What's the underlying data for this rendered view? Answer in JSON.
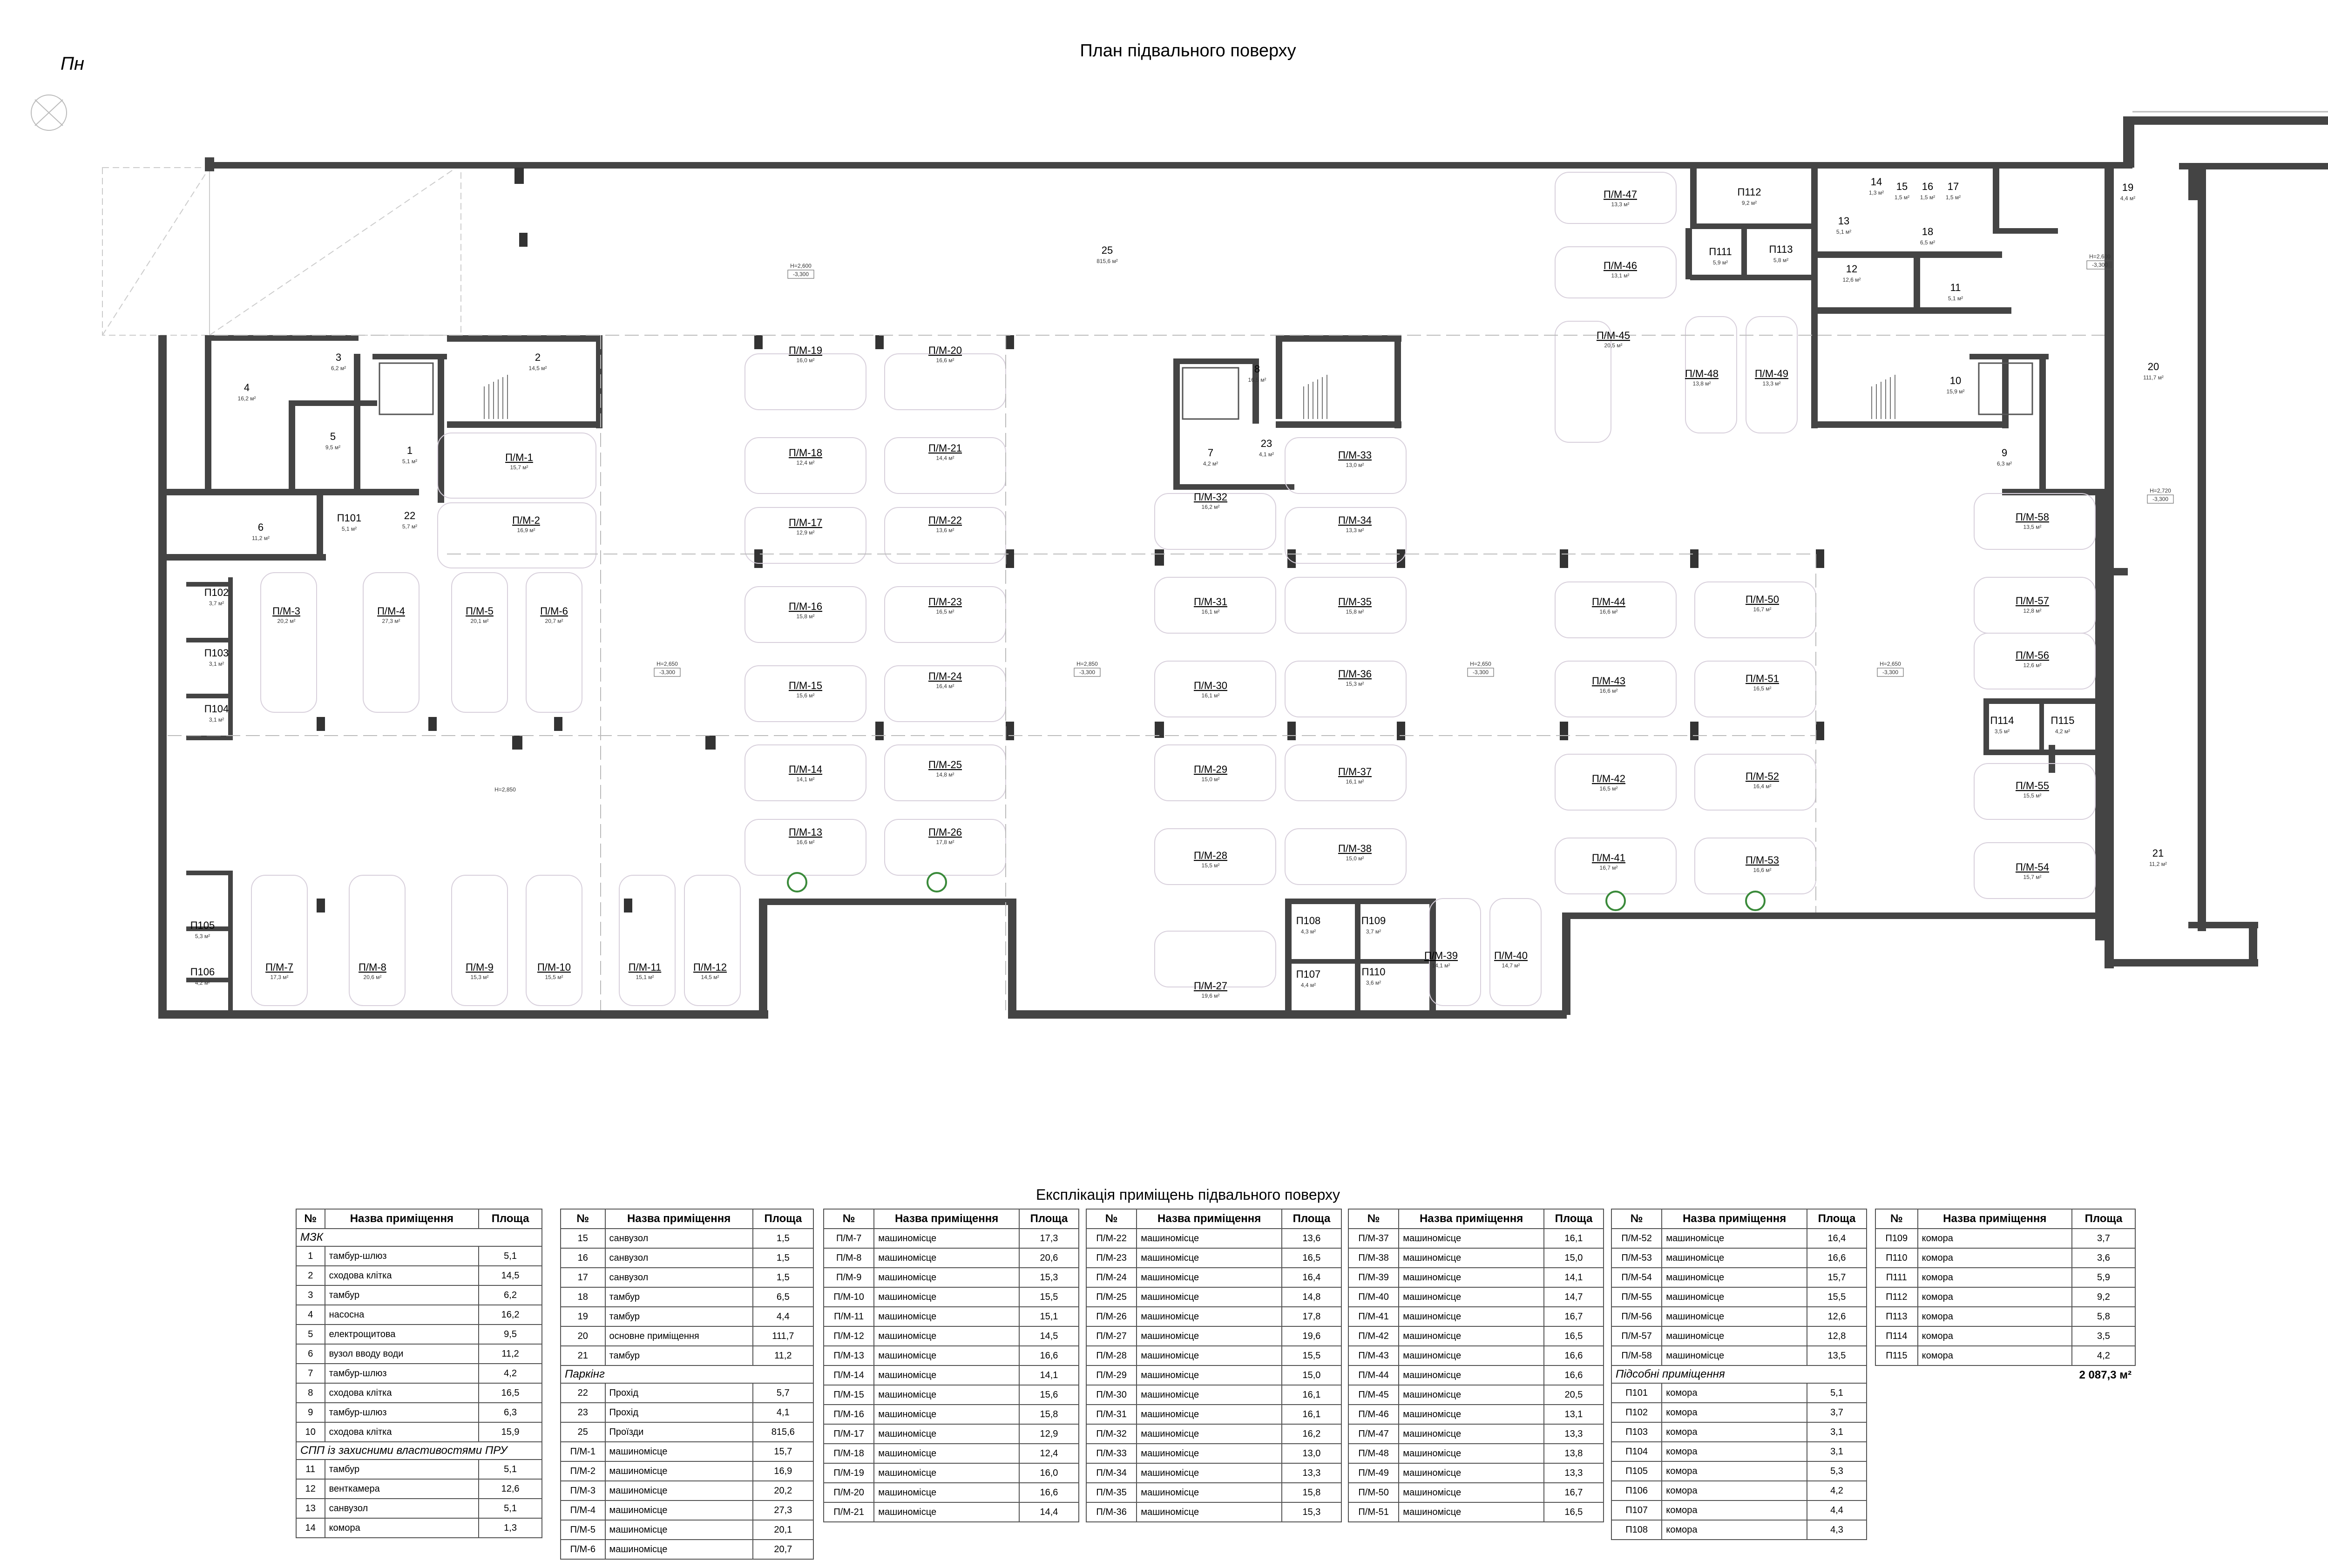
{
  "plan_title": "План підвального поверху",
  "north_label": "Пн",
  "explication_title": "Експлікація приміщень підвального поверху",
  "table_headers": {
    "num": "№",
    "name": "Назва приміщення",
    "area": "Площа"
  },
  "total_area": "2 087,3 м²",
  "sections": [
    {
      "title": "МЗК",
      "rows": [
        [
          "1",
          "тамбур-шлюз",
          "5,1"
        ],
        [
          "2",
          "сходова клітка",
          "14,5"
        ],
        [
          "3",
          "тамбур",
          "6,2"
        ],
        [
          "4",
          "насосна",
          "16,2"
        ],
        [
          "5",
          "електрощитова",
          "9,5"
        ],
        [
          "6",
          "вузол вводу води",
          "11,2"
        ],
        [
          "7",
          "тамбур-шлюз",
          "4,2"
        ],
        [
          "8",
          "сходова клітка",
          "16,5"
        ],
        [
          "9",
          "тамбур-шлюз",
          "6,3"
        ],
        [
          "10",
          "сходова клітка",
          "15,9"
        ]
      ]
    },
    {
      "title": "СПП із захисними властивостями ПРУ",
      "rows": [
        [
          "11",
          "тамбур",
          "5,1"
        ],
        [
          "12",
          "венткамера",
          "12,6"
        ],
        [
          "13",
          "санвузол",
          "5,1"
        ],
        [
          "14",
          "комора",
          "1,3"
        ],
        [
          "15",
          "санвузол",
          "1,5"
        ],
        [
          "16",
          "санвузол",
          "1,5"
        ],
        [
          "17",
          "санвузол",
          "1,5"
        ],
        [
          "18",
          "тамбур",
          "6,5"
        ],
        [
          "19",
          "тамбур",
          "4,4"
        ],
        [
          "20",
          "основне приміщення",
          "111,7"
        ],
        [
          "21",
          "тамбур",
          "11,2"
        ]
      ]
    },
    {
      "title": "Паркінг",
      "rows": [
        [
          "22",
          "Прохід",
          "5,7"
        ],
        [
          "23",
          "Прохід",
          "4,1"
        ],
        [
          "25",
          "Проїзди",
          "815,6"
        ],
        [
          "П/М-1",
          "машиномісце",
          "15,7"
        ],
        [
          "П/М-2",
          "машиномісце",
          "16,9"
        ],
        [
          "П/М-3",
          "машиномісце",
          "20,2"
        ],
        [
          "П/М-4",
          "машиномісце",
          "27,3"
        ],
        [
          "П/М-5",
          "машиномісце",
          "20,1"
        ],
        [
          "П/М-6",
          "машиномісце",
          "20,7"
        ],
        [
          "П/М-7",
          "машиномісце",
          "17,3"
        ],
        [
          "П/М-8",
          "машиномісце",
          "20,6"
        ],
        [
          "П/М-9",
          "машиномісце",
          "15,3"
        ],
        [
          "П/М-10",
          "машиномісце",
          "15,5"
        ],
        [
          "П/М-11",
          "машиномісце",
          "15,1"
        ],
        [
          "П/М-12",
          "машиномісце",
          "14,5"
        ],
        [
          "П/М-13",
          "машиномісце",
          "16,6"
        ],
        [
          "П/М-14",
          "машиномісце",
          "14,1"
        ],
        [
          "П/М-15",
          "машиномісце",
          "15,6"
        ],
        [
          "П/М-16",
          "машиномісце",
          "15,8"
        ],
        [
          "П/М-17",
          "машиномісце",
          "12,9"
        ],
        [
          "П/М-18",
          "машиномісце",
          "12,4"
        ],
        [
          "П/М-19",
          "машиномісце",
          "16,0"
        ],
        [
          "П/М-20",
          "машиномісце",
          "16,6"
        ],
        [
          "П/М-21",
          "машиномісце",
          "14,4"
        ],
        [
          "П/М-22",
          "машиномісце",
          "13,6"
        ],
        [
          "П/М-23",
          "машиномісце",
          "16,5"
        ],
        [
          "П/М-24",
          "машиномісце",
          "16,4"
        ],
        [
          "П/М-25",
          "машиномісце",
          "14,8"
        ],
        [
          "П/М-26",
          "машиномісце",
          "17,8"
        ],
        [
          "П/М-27",
          "машиномісце",
          "19,6"
        ],
        [
          "П/М-28",
          "машиномісце",
          "15,5"
        ],
        [
          "П/М-29",
          "машиномісце",
          "15,0"
        ],
        [
          "П/М-30",
          "машиномісце",
          "16,1"
        ],
        [
          "П/М-31",
          "машиномісце",
          "16,1"
        ],
        [
          "П/М-32",
          "машиномісце",
          "16,2"
        ],
        [
          "П/М-33",
          "машиномісце",
          "13,0"
        ],
        [
          "П/М-34",
          "машиномісце",
          "13,3"
        ],
        [
          "П/М-35",
          "машиномісце",
          "15,8"
        ],
        [
          "П/М-36",
          "машиномісце",
          "15,3"
        ],
        [
          "П/М-37",
          "машиномісце",
          "16,1"
        ],
        [
          "П/М-38",
          "машиномісце",
          "15,0"
        ],
        [
          "П/М-39",
          "машиномісце",
          "14,1"
        ],
        [
          "П/М-40",
          "машиномісце",
          "14,7"
        ],
        [
          "П/М-41",
          "машиномісце",
          "16,7"
        ],
        [
          "П/М-42",
          "машиномісце",
          "16,5"
        ],
        [
          "П/М-43",
          "машиномісце",
          "16,6"
        ],
        [
          "П/М-44",
          "машиномісце",
          "16,6"
        ],
        [
          "П/М-45",
          "машиномісце",
          "20,5"
        ],
        [
          "П/М-46",
          "машиномісце",
          "13,1"
        ],
        [
          "П/М-47",
          "машиномісце",
          "13,3"
        ],
        [
          "П/М-48",
          "машиномісце",
          "13,8"
        ],
        [
          "П/М-49",
          "машиномісце",
          "13,3"
        ],
        [
          "П/М-50",
          "машиномісце",
          "16,7"
        ],
        [
          "П/М-51",
          "машиномісце",
          "16,5"
        ],
        [
          "П/М-52",
          "машиномісце",
          "16,4"
        ],
        [
          "П/М-53",
          "машиномісце",
          "16,6"
        ],
        [
          "П/М-54",
          "машиномісце",
          "15,7"
        ],
        [
          "П/М-55",
          "машиномісце",
          "15,5"
        ],
        [
          "П/М-56",
          "машиномісце",
          "12,6"
        ],
        [
          "П/М-57",
          "машиномісце",
          "12,8"
        ],
        [
          "П/М-58",
          "машиномісце",
          "13,5"
        ]
      ]
    },
    {
      "title": "Підсобні приміщення",
      "rows": [
        [
          "П101",
          "комора",
          "5,1"
        ],
        [
          "П102",
          "комора",
          "3,7"
        ],
        [
          "П103",
          "комора",
          "3,1"
        ],
        [
          "П104",
          "комора",
          "3,1"
        ],
        [
          "П105",
          "комора",
          "5,3"
        ],
        [
          "П106",
          "комора",
          "4,2"
        ],
        [
          "П107",
          "комора",
          "4,4"
        ],
        [
          "П108",
          "комора",
          "4,3"
        ],
        [
          "П109",
          "комора",
          "3,7"
        ],
        [
          "П110",
          "комора",
          "3,6"
        ],
        [
          "П111",
          "комора",
          "5,9"
        ],
        [
          "П112",
          "комора",
          "9,2"
        ],
        [
          "П113",
          "комора",
          "5,8"
        ],
        [
          "П114",
          "комора",
          "3,5"
        ],
        [
          "П115",
          "комора",
          "4,2"
        ]
      ]
    }
  ],
  "plan_labels": {
    "rooms": [
      {
        "t": "1",
        "a": "5,1 м²"
      },
      {
        "t": "2",
        "a": "14,5 м²"
      },
      {
        "t": "3",
        "a": "6,2 м²"
      },
      {
        "t": "4",
        "a": "16,2 м²"
      },
      {
        "t": "5",
        "a": "9,5 м²"
      },
      {
        "t": "6",
        "a": "11,2 м²"
      },
      {
        "t": "7",
        "a": "4,2 м²"
      },
      {
        "t": "8",
        "a": "16,5 м²"
      },
      {
        "t": "9",
        "a": "6,3 м²"
      },
      {
        "t": "10",
        "a": "15,9 м²"
      },
      {
        "t": "11",
        "a": "5,1 м²"
      },
      {
        "t": "12",
        "a": "12,6 м²"
      },
      {
        "t": "13",
        "a": "5,1 м²"
      },
      {
        "t": "14",
        "a": "1,3 м²"
      },
      {
        "t": "15",
        "a": "1,5 м²"
      },
      {
        "t": "16",
        "a": "1,5 м²"
      },
      {
        "t": "17",
        "a": "1,5 м²"
      },
      {
        "t": "18",
        "a": "6,5 м²"
      },
      {
        "t": "19",
        "a": "4,4 м²"
      },
      {
        "t": "20",
        "a": "111,7 м²"
      },
      {
        "t": "21",
        "a": "11,2 м²"
      },
      {
        "t": "22",
        "a": "5,7 м²"
      },
      {
        "t": "23",
        "a": "4,1 м²"
      },
      {
        "t": "25",
        "a": "815,6 м²"
      },
      {
        "t": "П101",
        "a": "5,1 м²"
      },
      {
        "t": "П102",
        "a": "3,7 м²"
      },
      {
        "t": "П103",
        "a": "3,1 м²"
      },
      {
        "t": "П104",
        "a": "3,1 м²"
      },
      {
        "t": "П105",
        "a": "5,3 м²"
      },
      {
        "t": "П106",
        "a": "4,2 м²"
      },
      {
        "t": "П107",
        "a": "4,4 м²"
      },
      {
        "t": "П108",
        "a": "4,3 м²"
      },
      {
        "t": "П109",
        "a": "3,7 м²"
      },
      {
        "t": "П110",
        "a": "3,6 м²"
      },
      {
        "t": "П111",
        "a": "5,9 м²"
      },
      {
        "t": "П112",
        "a": "9,2 м²"
      },
      {
        "t": "П113",
        "a": "5,8 м²"
      },
      {
        "t": "П114",
        "a": "3,5 м²"
      },
      {
        "t": "П115",
        "a": "4,2 м²"
      }
    ],
    "spots": [
      {
        "t": "П/М-1",
        "a": "15,7 м²"
      },
      {
        "t": "П/М-2",
        "a": "16,9 м²"
      },
      {
        "t": "П/М-3",
        "a": "20,2 м²"
      },
      {
        "t": "П/М-4",
        "a": "27,3 м²"
      },
      {
        "t": "П/М-5",
        "a": "20,1 м²"
      },
      {
        "t": "П/М-6",
        "a": "20,7 м²"
      },
      {
        "t": "П/М-7",
        "a": "17,3 м²"
      },
      {
        "t": "П/М-8",
        "a": "20,6 м²"
      },
      {
        "t": "П/М-9",
        "a": "15,3 м²"
      },
      {
        "t": "П/М-10",
        "a": "15,5 м²"
      },
      {
        "t": "П/М-11",
        "a": "15,1 м²"
      },
      {
        "t": "П/М-12",
        "a": "14,5 м²"
      },
      {
        "t": "П/М-13",
        "a": "16,6 м²"
      },
      {
        "t": "П/М-14",
        "a": "14,1 м²"
      },
      {
        "t": "П/М-15",
        "a": "15,6 м²"
      },
      {
        "t": "П/М-16",
        "a": "15,8 м²"
      },
      {
        "t": "П/М-17",
        "a": "12,9 м²"
      },
      {
        "t": "П/М-18",
        "a": "12,4 м²"
      },
      {
        "t": "П/М-19",
        "a": "16,0 м²"
      },
      {
        "t": "П/М-20",
        "a": "16,6 м²"
      },
      {
        "t": "П/М-21",
        "a": "14,4 м²"
      },
      {
        "t": "П/М-22",
        "a": "13,6 м²"
      },
      {
        "t": "П/М-23",
        "a": "16,5 м²"
      },
      {
        "t": "П/М-24",
        "a": "16,4 м²"
      },
      {
        "t": "П/М-25",
        "a": "14,8 м²"
      },
      {
        "t": "П/М-26",
        "a": "17,8 м²"
      },
      {
        "t": "П/М-27",
        "a": "19,6 м²"
      },
      {
        "t": "П/М-28",
        "a": "15,5 м²"
      },
      {
        "t": "П/М-29",
        "a": "15,0 м²"
      },
      {
        "t": "П/М-30",
        "a": "16,1 м²"
      },
      {
        "t": "П/М-31",
        "a": "16,1 м²"
      },
      {
        "t": "П/М-32",
        "a": "16,2 м²"
      },
      {
        "t": "П/М-33",
        "a": "13,0 м²"
      },
      {
        "t": "П/М-34",
        "a": "13,3 м²"
      },
      {
        "t": "П/М-35",
        "a": "15,8 м²"
      },
      {
        "t": "П/М-36",
        "a": "15,3 м²"
      },
      {
        "t": "П/М-37",
        "a": "16,1 м²"
      },
      {
        "t": "П/М-38",
        "a": "15,0 м²"
      },
      {
        "t": "П/М-39",
        "a": "14,1 м²"
      },
      {
        "t": "П/М-40",
        "a": "14,7 м²"
      },
      {
        "t": "П/М-41",
        "a": "16,7 м²"
      },
      {
        "t": "П/М-42",
        "a": "16,5 м²"
      },
      {
        "t": "П/М-43",
        "a": "16,6 м²"
      },
      {
        "t": "П/М-44",
        "a": "16,6 м²"
      },
      {
        "t": "П/М-45",
        "a": "20,5 м²"
      },
      {
        "t": "П/М-46",
        "a": "13,1 м²"
      },
      {
        "t": "П/М-47",
        "a": "13,3 м²"
      },
      {
        "t": "П/М-48",
        "a": "13,8 м²"
      },
      {
        "t": "П/М-49",
        "a": "13,3 м²"
      },
      {
        "t": "П/М-50",
        "a": "16,7 м²"
      },
      {
        "t": "П/М-51",
        "a": "16,5 м²"
      },
      {
        "t": "П/М-52",
        "a": "16,4 м²"
      },
      {
        "t": "П/М-53",
        "a": "16,6 м²"
      },
      {
        "t": "П/М-54",
        "a": "15,7 м²"
      },
      {
        "t": "П/М-55",
        "a": "15,5 м²"
      },
      {
        "t": "П/М-56",
        "a": "12,6 м²"
      },
      {
        "t": "П/М-57",
        "a": "12,8 м²"
      },
      {
        "t": "П/М-58",
        "a": "13,5 м²"
      }
    ],
    "heights": [
      {
        "h": "Н=2,600",
        "m": "-3,300"
      },
      {
        "h": "Н=2,650",
        "m": "-3,300"
      },
      {
        "h": "Н=2,850",
        "m": "-3,300"
      },
      {
        "h": "Н=2,650",
        "m": "-3,300"
      },
      {
        "h": "Н=2,650",
        "m": "-3,300"
      },
      {
        "h": "Н=2,600",
        "m": "-3,300"
      },
      {
        "h": "Н=2,720",
        "m": "-3,300"
      }
    ],
    "free_heights": [
      "Н=2,850"
    ]
  }
}
